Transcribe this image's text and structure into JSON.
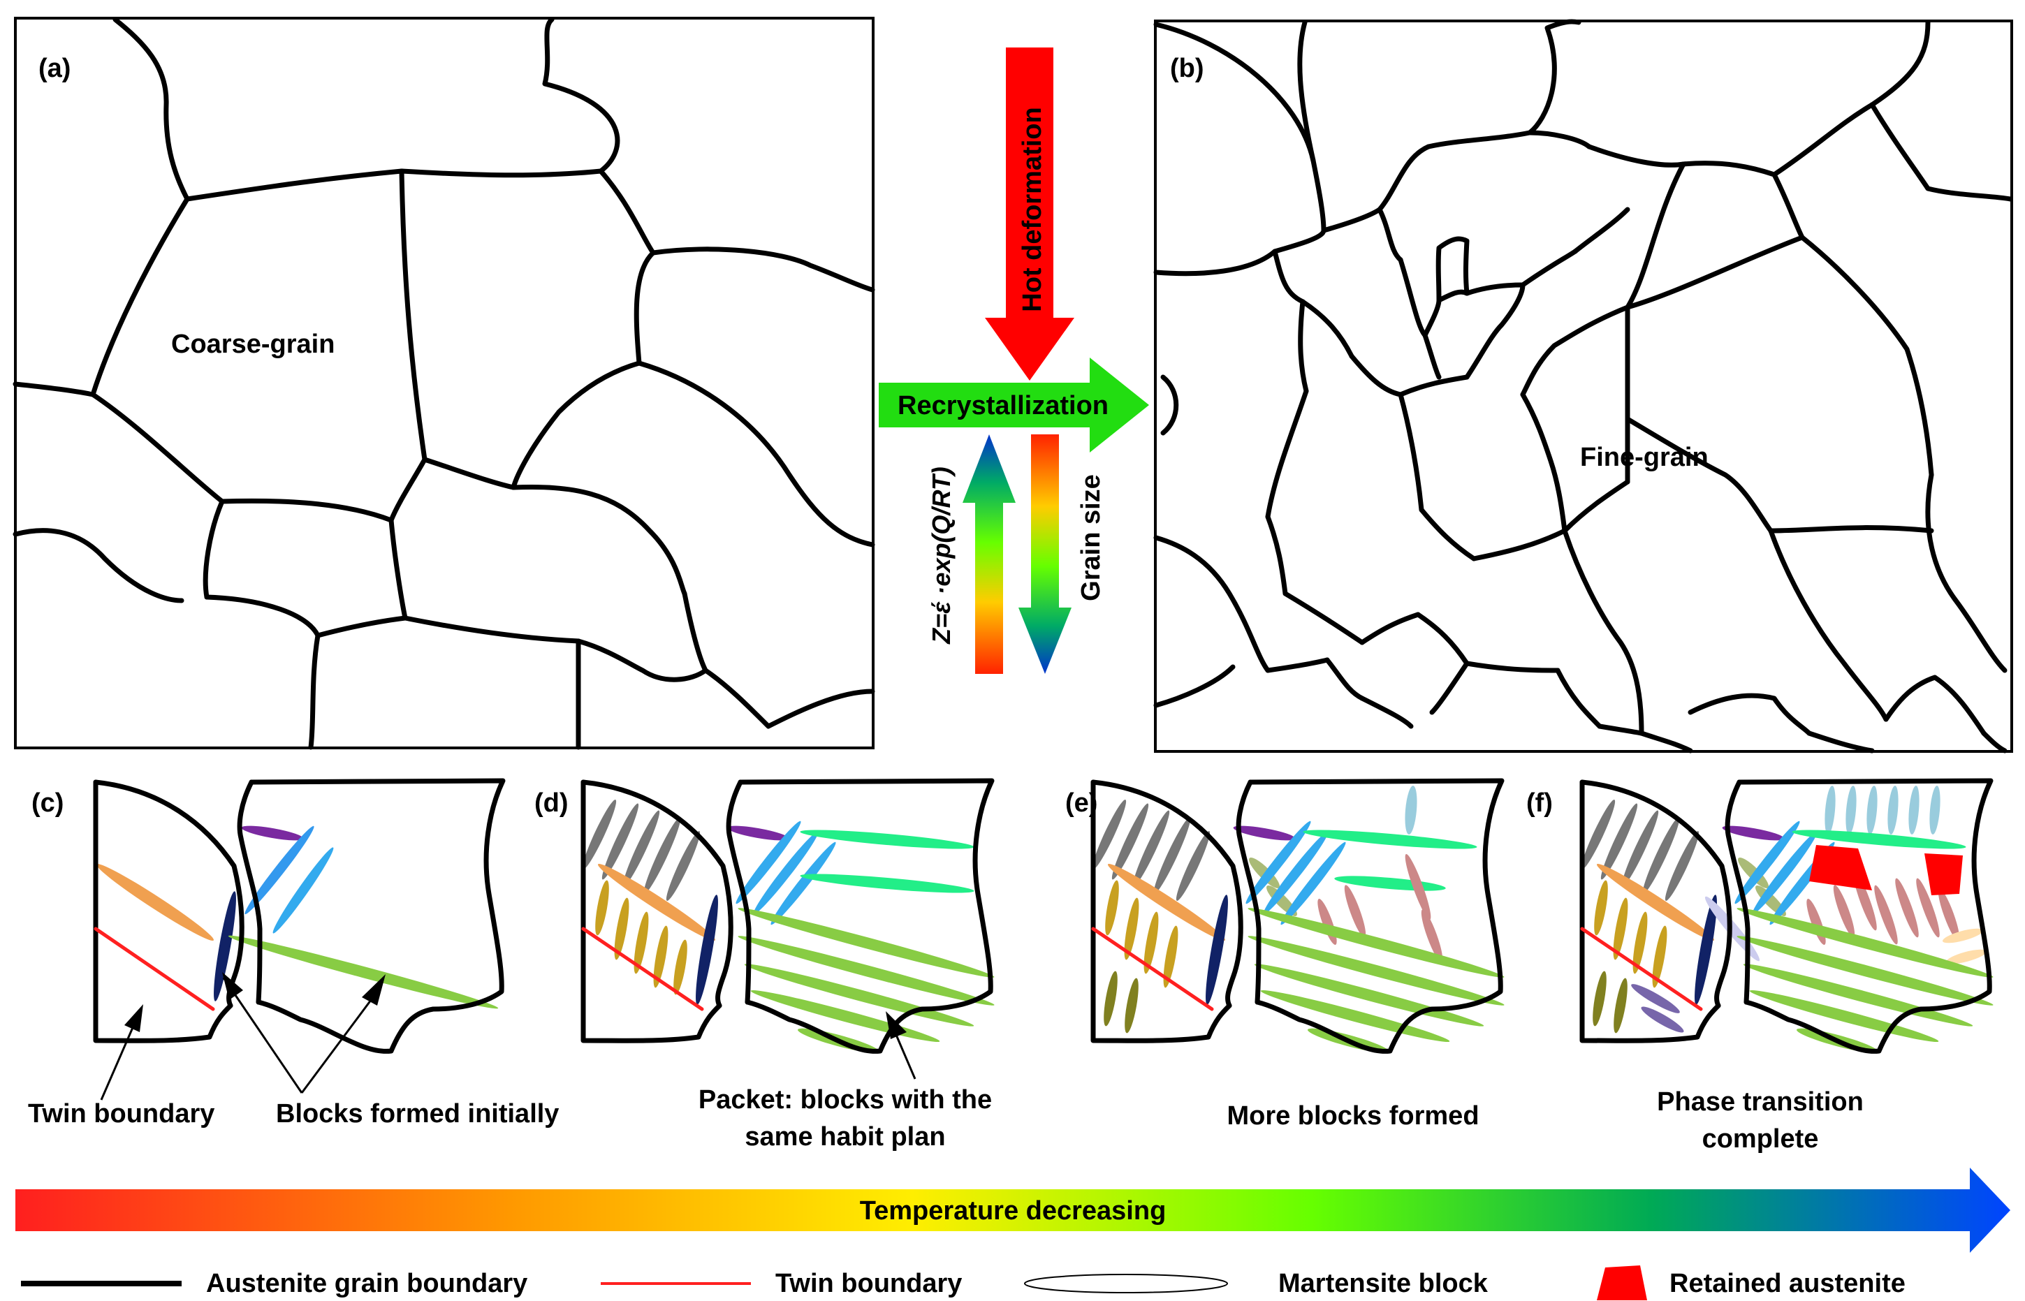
{
  "panels": {
    "a": {
      "label": "(a)",
      "text": "Coarse-grain"
    },
    "b": {
      "label": "(b)",
      "text": "Fine-grain"
    },
    "c": {
      "label": "(c)"
    },
    "d": {
      "label": "(d)"
    },
    "e": {
      "label": "(e)"
    },
    "f": {
      "label": "(f)"
    }
  },
  "arrows": {
    "hot_deformation": "Hot deformation",
    "recrystallization": "Recrystallization",
    "zener_prefix": "Z=",
    "zener_var": "έ ·exp(",
    "zener_q": "Q",
    "zener_slash": "/",
    "zener_rt": "RT",
    "zener_close": ")",
    "grain_size": "Grain size"
  },
  "annotations": {
    "twin_boundary": "Twin boundary",
    "blocks_formed_initially": "Blocks formed initially",
    "packet_line1": "Packet: blocks with the",
    "packet_line2": "same habit plan",
    "more_blocks": "More blocks formed",
    "phase_line1": "Phase transition",
    "phase_line2": "complete"
  },
  "temperature_bar": {
    "label": "Temperature decreasing"
  },
  "legend": {
    "austenite_gb": "Austenite grain boundary",
    "twin_boundary": "Twin boundary",
    "martensite_block": "Martensite block",
    "retained_austenite": "Retained austenite"
  },
  "colors": {
    "grain_boundary": "#000000",
    "twin_boundary": "#ff2020",
    "hot_deformation_arrow": "#ff0000",
    "recrystallization_arrow": "#22dd11",
    "retained_austenite": "#ff0000",
    "temperature_gradient": [
      "#ff1f1f",
      "#ff9900",
      "#ffee00",
      "#66ff00",
      "#00aa55",
      "#0044ff"
    ]
  }
}
